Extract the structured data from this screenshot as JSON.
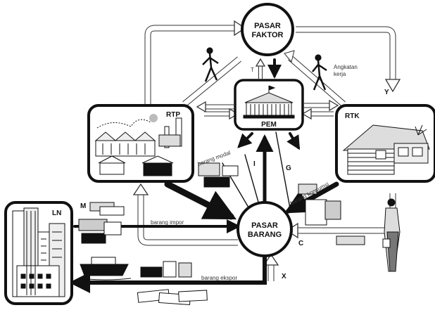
{
  "nodes": {
    "pasar_faktor": [
      "PASAR",
      "FAKTOR"
    ],
    "pasar_barang": [
      "PASAR",
      "BARANG"
    ],
    "pem": "PEM",
    "rtp": "RTP",
    "rtk": "RTK",
    "ln": "LN"
  },
  "flow_labels": {
    "angkatan_kerja": [
      "Angkatan",
      "kerja"
    ],
    "barang_impor": "barang impor",
    "barang_ekspor": "barang ekspor",
    "barang_konsumsi": "barang konsumsi",
    "barang_modal": "barang modal"
  },
  "flow_letters": {
    "y": "Y",
    "i": "I",
    "g": "G",
    "c": "C",
    "x": "X",
    "m": "M",
    "t": "T"
  },
  "icons": [
    "government-building-icon",
    "factory-icon",
    "house-icon",
    "city-skyline-icon",
    "worker-icon",
    "ship-icon",
    "money-stack-icon",
    "goods-icon"
  ]
}
